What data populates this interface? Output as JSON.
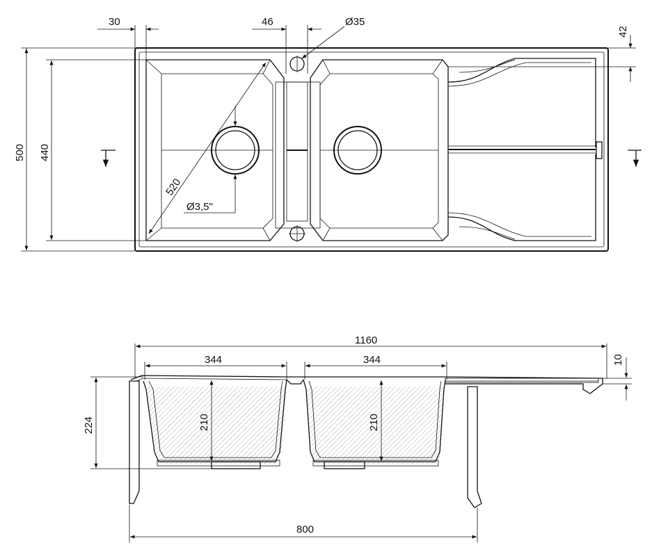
{
  "top_view": {
    "dims": {
      "d30": "30",
      "d46": "46",
      "d35": "Ø35",
      "d42": "42",
      "d500": "500",
      "d440": "440",
      "d520": "520",
      "d35in": "Ø3,5\""
    }
  },
  "section_view": {
    "dims": {
      "d1160": "1160",
      "d344a": "344",
      "d344b": "344",
      "d10": "10",
      "d224": "224",
      "d210a": "210",
      "d210b": "210",
      "d800": "800"
    }
  },
  "colors": {
    "line": "#111111",
    "background": "#ffffff"
  }
}
